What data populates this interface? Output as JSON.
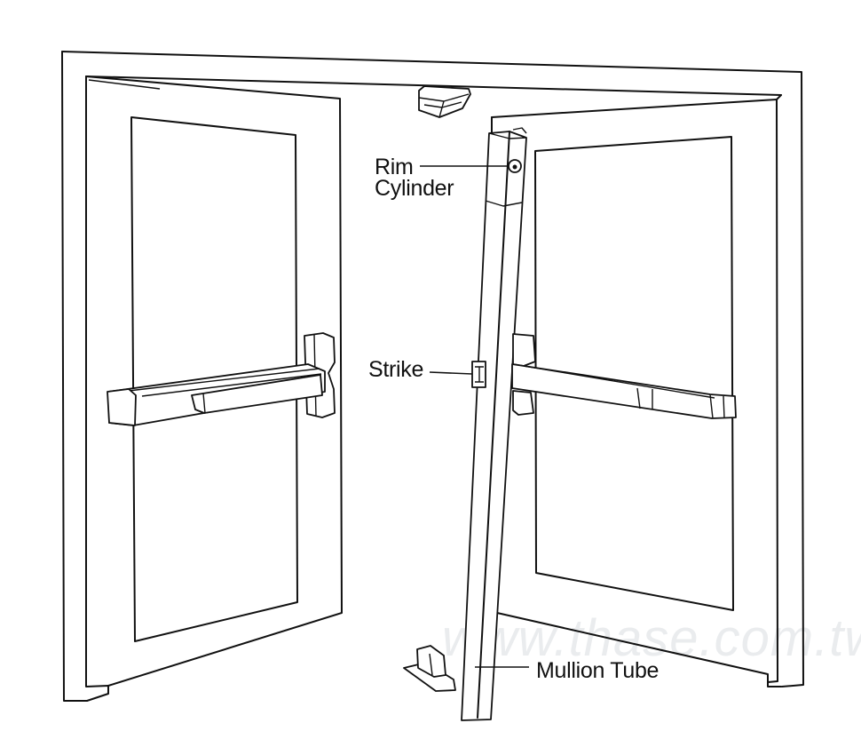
{
  "diagram": {
    "subject": "Double door with exit devices and removable mullion",
    "labels": {
      "rim_cylinder_line1": "Rim",
      "rim_cylinder_line2": "Cylinder",
      "strike": "Strike",
      "mullion_tube": "Mullion Tube"
    },
    "watermark": "www.thase.com.tw",
    "colors": {
      "line": "#111111",
      "background": "#ffffff",
      "watermark": "#d9dce0"
    }
  }
}
